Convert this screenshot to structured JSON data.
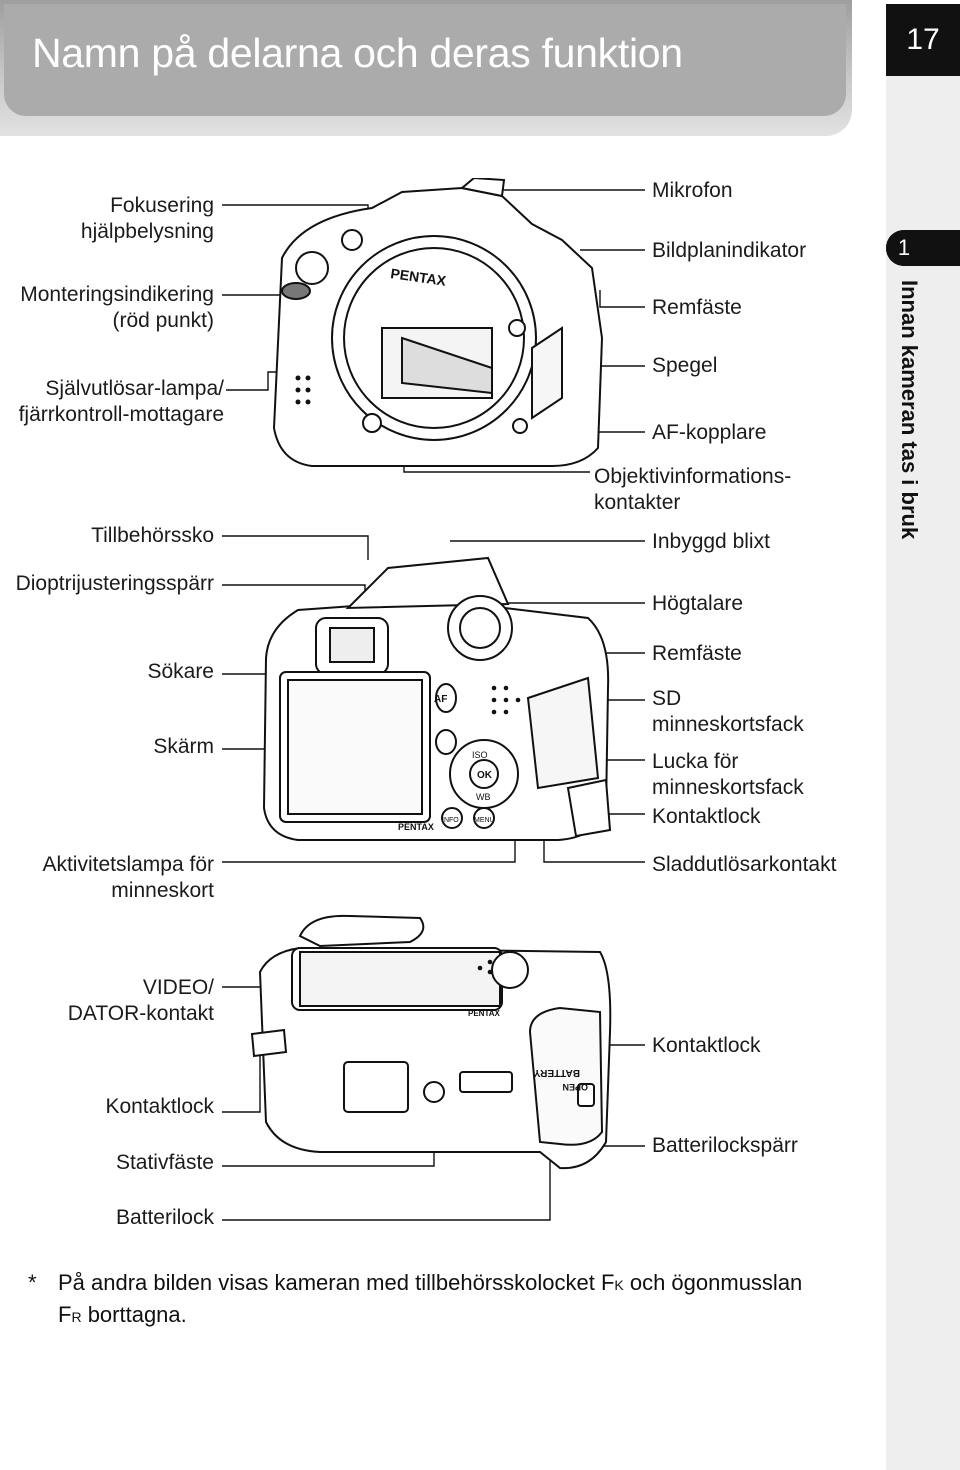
{
  "header": {
    "title": "Namn på delarna och deras funktion",
    "page_number": "17"
  },
  "sidebar": {
    "chapter_number": "1",
    "chapter_title": "Innan kameran tas i bruk"
  },
  "front_view": {
    "left_labels": [
      "Fokusering",
      "hjälpbelysning",
      "Monteringsindikering",
      "(röd punkt)",
      "Självutlösar-lampa/",
      "fjärrkontroll-mottagare",
      "Tillbehörssko"
    ],
    "right_labels": [
      "Mikrofon",
      "Bildplanindikator",
      "Remfäste",
      "Spegel",
      "AF-kopplare",
      "Objektivinformations-",
      "kontakter",
      "Inbyggd blixt"
    ]
  },
  "back_view": {
    "left_labels": [
      "Dioptrijusteringsspärr",
      "Sökare",
      "Skärm",
      "Aktivitetslampa för",
      "minneskort"
    ],
    "right_labels": [
      "Högtalare",
      "Remfäste",
      "SD",
      "minneskortsfack",
      "Lucka för",
      "minneskortsfack",
      "Kontaktlock",
      "Sladdutlösarkontakt"
    ]
  },
  "bottom_view": {
    "left_labels": [
      "VIDEO/",
      "DATOR-kontakt",
      "Kontaktlock",
      "Stativfäste",
      "Batterilock"
    ],
    "right_labels": [
      "Kontaktlock",
      "Batterilockspärr"
    ]
  },
  "camera_marks": {
    "brand": "PENTAX",
    "battery_text": "BATTERY",
    "open_text": "OPEN",
    "btn_af": "AF",
    "btn_iso": "ISO",
    "btn_ok": "OK",
    "btn_wb": "WB",
    "btn_info": "INFO",
    "btn_menu": "MENU"
  },
  "footnote": {
    "star": "*",
    "text_a": "På andra bilden visas kameran med tillbehörsskolocket F",
    "sub_k": "K",
    "text_b": " och ögonmusslan",
    "text_c": "F",
    "sub_r": "R",
    "text_d": " borttagna."
  }
}
